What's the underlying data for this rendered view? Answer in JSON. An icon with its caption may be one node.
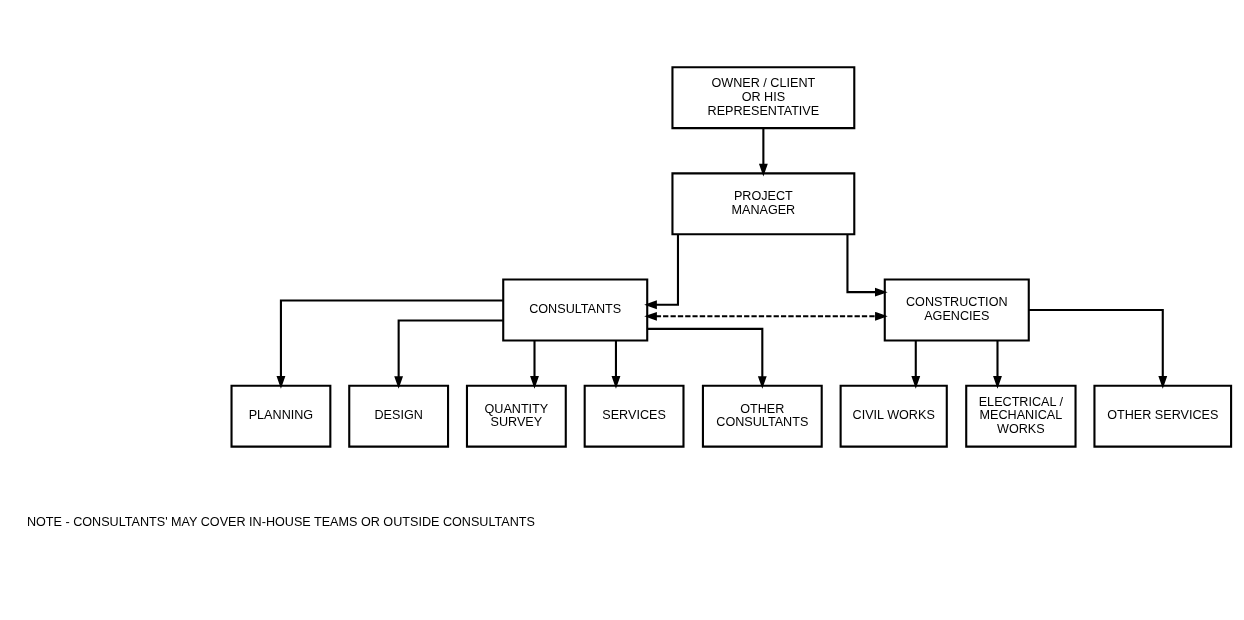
{
  "diagram": {
    "nodes": [
      {
        "text": [
          "OWNER / CLIENT OR HIS REPRESENTATIVE"
        ]
      },
      {
        "text": [
          "PROJECT MANAGER"
        ]
      },
      {
        "text": [
          "CONSULTANTS"
        ]
      },
      {
        "text": [
          "CONSTRUCTION AGENCIES"
        ]
      },
      {
        "text": [
          "PLANNING"
        ]
      },
      {
        "text": [
          "DESIGN"
        ]
      },
      {
        "text": [
          "QUANTITY SURVEY"
        ]
      },
      {
        "text": [
          "SERVICES"
        ]
      },
      {
        "text": [
          "OTHER CONSULTANTS"
        ]
      },
      {
        "text": [
          "CIVIL WORKS"
        ]
      },
      {
        "text": [
          "ELECTRICAL / MECHANICAL WORKS"
        ]
      },
      {
        "text": [
          "OTHER SERVICES"
        ]
      }
    ],
    "edges": [
      {
        "from": 0,
        "to": 1,
        "arrow": "to"
      },
      {
        "from": 1,
        "to": 2,
        "arrow": "to"
      },
      {
        "from": 1,
        "to": 3,
        "arrow": "to"
      },
      {
        "from": 2,
        "to": 3,
        "arrow": "both",
        "style": "dashed"
      },
      {
        "from": 2,
        "to": 4,
        "arrow": "to"
      },
      {
        "from": 2,
        "to": 5,
        "arrow": "to"
      },
      {
        "from": 2,
        "to": 6,
        "arrow": "to"
      },
      {
        "from": 2,
        "to": 7,
        "arrow": "to"
      },
      {
        "from": 2,
        "to": 8,
        "arrow": "to"
      },
      {
        "from": 3,
        "to": 9,
        "arrow": "to"
      },
      {
        "from": 3,
        "to": 10,
        "arrow": "to"
      },
      {
        "from": 3,
        "to": 11,
        "arrow": "to"
      }
    ],
    "labels": [
      "NOTE - CONSULTANTS' MAY COVER IN-HOUSE TEAMS OR OUTSIDE CONSULTANTS"
    ]
  }
}
